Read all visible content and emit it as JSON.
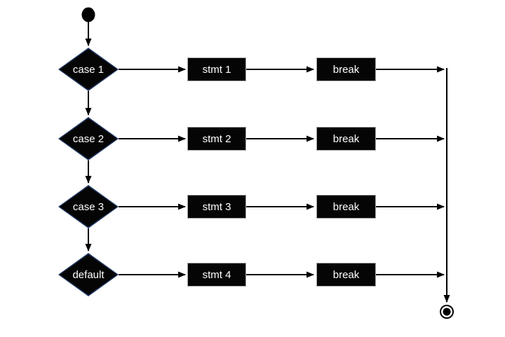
{
  "diagram": {
    "background_color": "#ffffff",
    "line_color": "#000000",
    "text_color": "#ffffff",
    "diamond_fill": "#050505",
    "diamond_border_color": "#1f3864",
    "box_fill": "#050505",
    "box_border_color": "#a6a6a6"
  },
  "rows": [
    {
      "case_label": "case 1",
      "stmt_label": "stmt 1",
      "break_label": "break"
    },
    {
      "case_label": "case 2",
      "stmt_label": "stmt 2",
      "break_label": "break"
    },
    {
      "case_label": "case 3",
      "stmt_label": "stmt 3",
      "break_label": "break"
    },
    {
      "case_label": "default",
      "stmt_label": "stmt 4",
      "break_label": "break"
    }
  ]
}
